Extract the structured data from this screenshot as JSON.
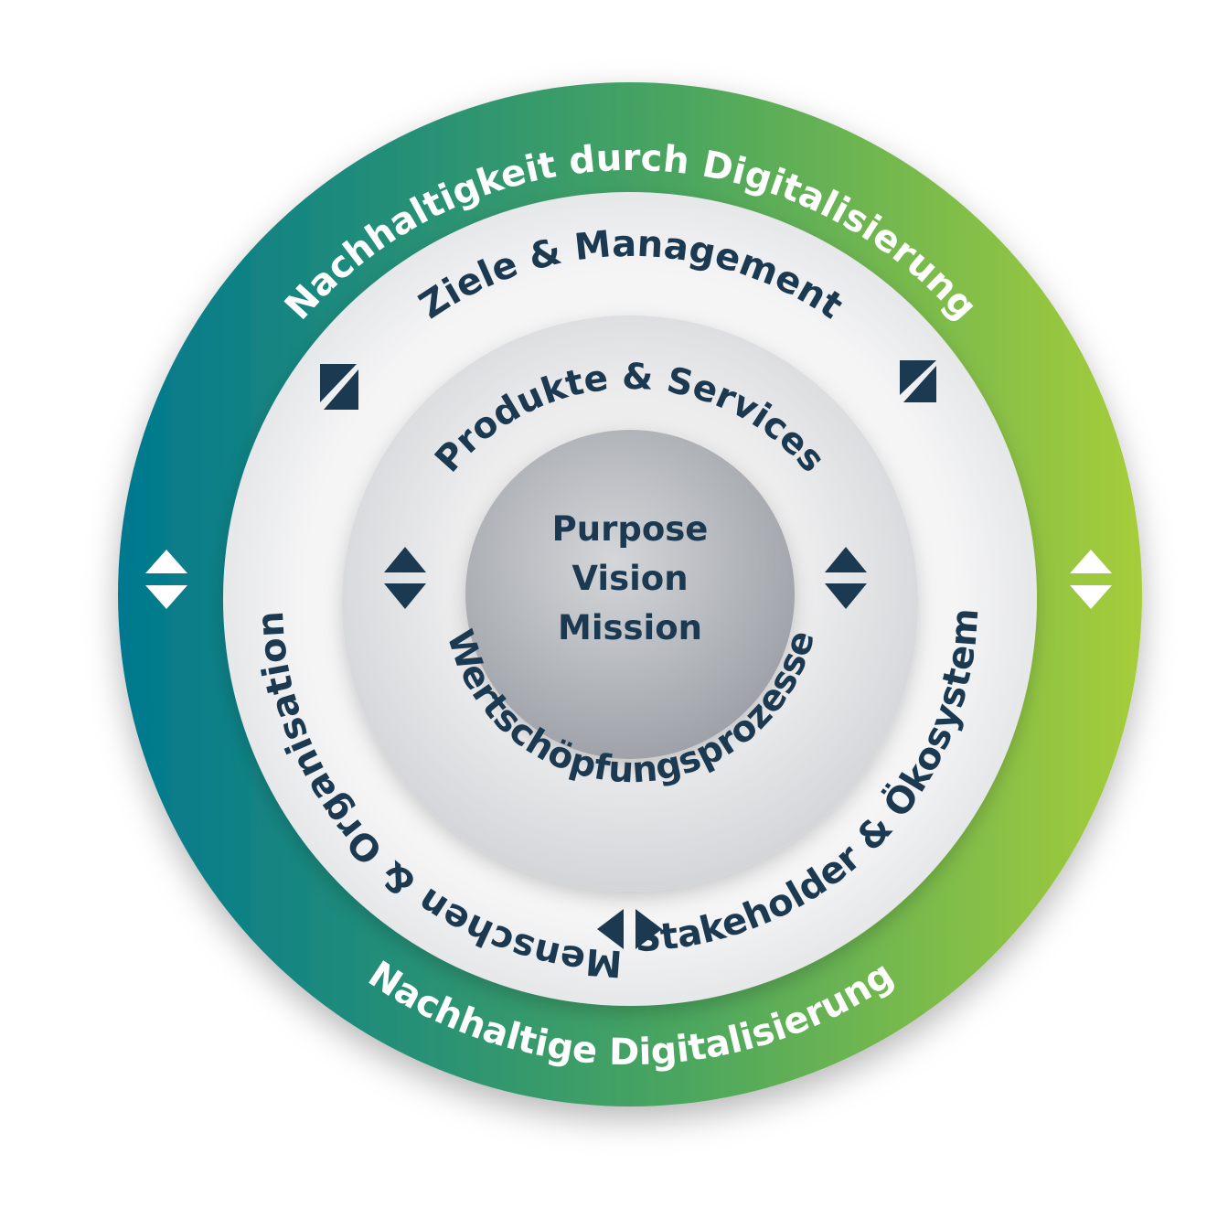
{
  "colors": {
    "outer_ring_start": "#00788f",
    "outer_ring_end": "#a6cd3a",
    "outer_text": "#ffffff",
    "dark_text": "#1b3a52",
    "arrow_dark": "#1b3a52",
    "arrow_light": "#ffffff",
    "middle_ring": "#f2f2f3",
    "inner_ring": "#e4e5e7",
    "core": "#b6b9be"
  },
  "outer_ring": {
    "top_label": "Nachhaltigkeit durch Digitalisierung",
    "bottom_label": "Nachhaltige Digitalisierung"
  },
  "middle_ring": {
    "top_label": "Ziele & Management",
    "left_label": "Menschen & Organisation",
    "right_label": "Stakeholder & Ökosystem"
  },
  "inner_ring": {
    "top_label": "Produkte & Services",
    "bottom_label": "Wertschöpfungsprozesse"
  },
  "core": {
    "lines": [
      "Purpose",
      "Vision",
      "Mission"
    ]
  },
  "icons": {
    "outer_left": "up-down-arrows-icon",
    "outer_right": "up-down-arrows-icon",
    "middle_top_left": "diagonal-arrows-icon",
    "middle_top_right": "diagonal-arrows-icon",
    "middle_bottom": "left-right-arrows-icon",
    "inner_left": "up-down-arrows-icon",
    "inner_right": "up-down-arrows-icon"
  }
}
